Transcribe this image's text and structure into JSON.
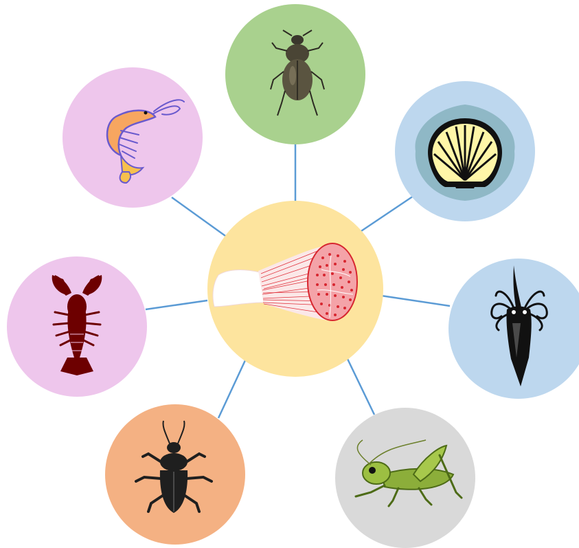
{
  "diagram": {
    "connector_color": "#5b9bd5",
    "center": {
      "name": "muscle-fiber-bundle-icon",
      "fill": "#fde49e"
    },
    "nodes": [
      {
        "id": "beetle",
        "icon": "beetle-icon",
        "fill": "#a9d18e"
      },
      {
        "id": "scallop",
        "icon": "scallop-shell-icon",
        "fill": "#bdd7ee"
      },
      {
        "id": "squid",
        "icon": "squid-icon",
        "fill": "#bdd7ee"
      },
      {
        "id": "cricket",
        "icon": "cricket-icon",
        "fill": "#d9d9d9"
      },
      {
        "id": "cockroach",
        "icon": "cockroach-icon",
        "fill": "#f4b183"
      },
      {
        "id": "lobster",
        "icon": "lobster-icon",
        "fill": "#eec6ec"
      },
      {
        "id": "shrimp",
        "icon": "shrimp-icon",
        "fill": "#eec6ec"
      }
    ]
  }
}
